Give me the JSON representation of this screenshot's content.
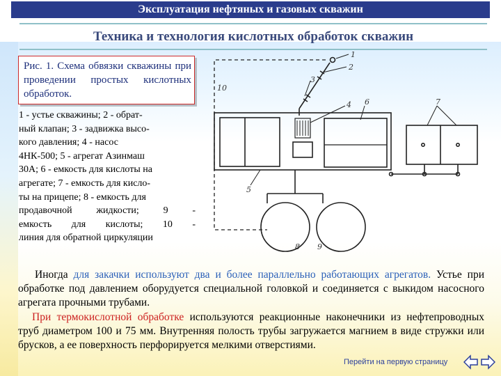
{
  "header": {
    "title": "Эксплуатация нефтяных и газовых скважин"
  },
  "slide": {
    "subtitle": "Техника и технология кислотных обработок скважин"
  },
  "figure": {
    "caption": "Рис. 1. Схема обвязки скважины при проведении простых кислотных обработок.",
    "legend_lines": [
      "1 - устье скважины; 2 - обрат-",
      "ный клапан; 3 - задвижка высо-",
      "кого давления; 4 - насос",
      "4НК-500; 5 - агрегат Азинмаш",
      "30А; 6 - емкость для кислоты на",
      "агрегате; 7 - емкость для кисло-",
      "ты на прицепе; 8 - емкость для",
      "продавочной жидкости; 9 -",
      "емкость для кислоты; 10 -",
      "линия для обратной циркуляции"
    ],
    "labels": {
      "l1": "1",
      "l2": "2",
      "l3": "3",
      "l4": "4",
      "l5": "5",
      "l6": "6",
      "l7": "7",
      "l8": "8",
      "l9": "9",
      "l10": "10"
    }
  },
  "body": {
    "p1_before": "Иногда ",
    "p1_highlight": "для закачки используют два и более параллельно работающих агрегатов.",
    "p1_after": " Устье при обработке под давлением оборудуется специальной головкой и соединяется с выкидом насосного агрегата прочными трубами.",
    "p2_highlight": "При термокислотной обработке",
    "p2_after": " используются реакционные наконечники из нефтепроводных труб диаметром 100 и 75 мм. Внутренняя полость трубы загружается магнием в виде стружки или брусков, а ее поверхность перфорируется мелкими отверстиями."
  },
  "footer": {
    "nav_link": "Перейти на первую страницу"
  },
  "colors": {
    "title_bg": "#2a3c8c",
    "subtitle": "#3a4a7c",
    "caption_text": "#1c2e7a",
    "caption_border": "#cc2a2a",
    "highlight_blue": "#2a5fb8",
    "highlight_red": "#cc2020"
  }
}
